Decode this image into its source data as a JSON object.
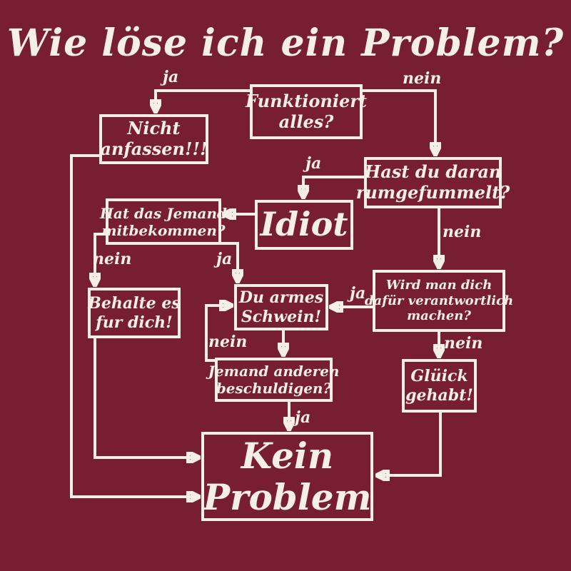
{
  "colors": {
    "background": "#771f31",
    "ink": "#f5efe6"
  },
  "title": "Wie löse ich ein Problem?",
  "nodes": {
    "funktioniert_alles": {
      "line1": "Funktioniert",
      "line2": "alles?"
    },
    "nicht_anfassen": {
      "line1": "Nicht",
      "line2": "anfassen!!!"
    },
    "hast_du_rumgefummelt": {
      "line1": "Hast du daran",
      "line2": "rumgefummelt?"
    },
    "idiot": {
      "line1": "Idiot"
    },
    "hat_das_jemand": {
      "line1": "Hat das Jemand",
      "line2": "mitbekommen?"
    },
    "wird_man_dich": {
      "line1": "Wird man dich",
      "line2": "dafür verantwortlich",
      "line3": "machen?"
    },
    "behalte_es": {
      "line1": "Behalte es",
      "line2": "fur dich!"
    },
    "du_armes_schwein": {
      "line1": "Du armes",
      "line2": "Schwein!"
    },
    "jemand_anderen": {
      "line1": "Jemand anderen",
      "line2": "beschuldigen?"
    },
    "glueck_gehabt": {
      "line1": "Glüick",
      "line2": "gehabt!"
    },
    "kein_problem": {
      "line1": "Kein",
      "line2": "Problem"
    }
  },
  "edge_labels": {
    "funktioniert_ja": "ja",
    "funktioniert_nein": "nein",
    "hast_du_ja": "ja",
    "hast_du_nein": "nein",
    "hat_das_nein": "nein",
    "hat_das_ja": "ja",
    "wird_man_ja": "ja",
    "wird_man_nein": "nein",
    "beschuldigen_nein": "nein",
    "beschuldigen_ja": "ja"
  }
}
